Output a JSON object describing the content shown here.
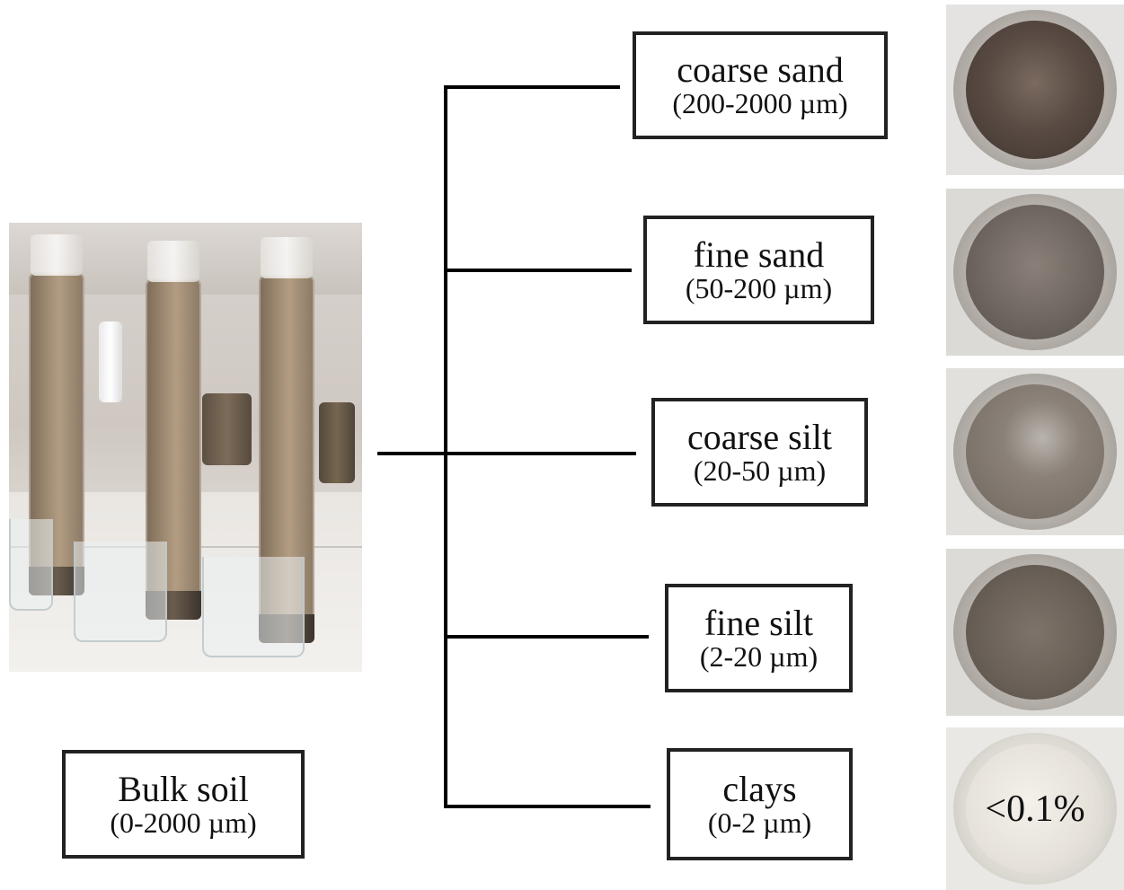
{
  "bulk": {
    "name": "Bulk soil",
    "range": "(0-2000 µm)"
  },
  "fractions": [
    {
      "name": "coarse sand",
      "range": "(200-2000 µm)"
    },
    {
      "name": "fine sand",
      "range": "(50-200 µm)"
    },
    {
      "name": "coarse silt",
      "range": "(20-50 µm)"
    },
    {
      "name": "fine silt",
      "range": "(2-20 µm)"
    },
    {
      "name": "clays",
      "range": "(0-2 µm)"
    }
  ],
  "dish_labels": {
    "clays": "<0.1%"
  },
  "colors": {
    "coarse_sand": "#6d5f55",
    "fine_sand": "#6f6660",
    "coarse_silt": "#7a7169",
    "fine_silt": "#6e655c",
    "clays": "#e6e2da"
  }
}
